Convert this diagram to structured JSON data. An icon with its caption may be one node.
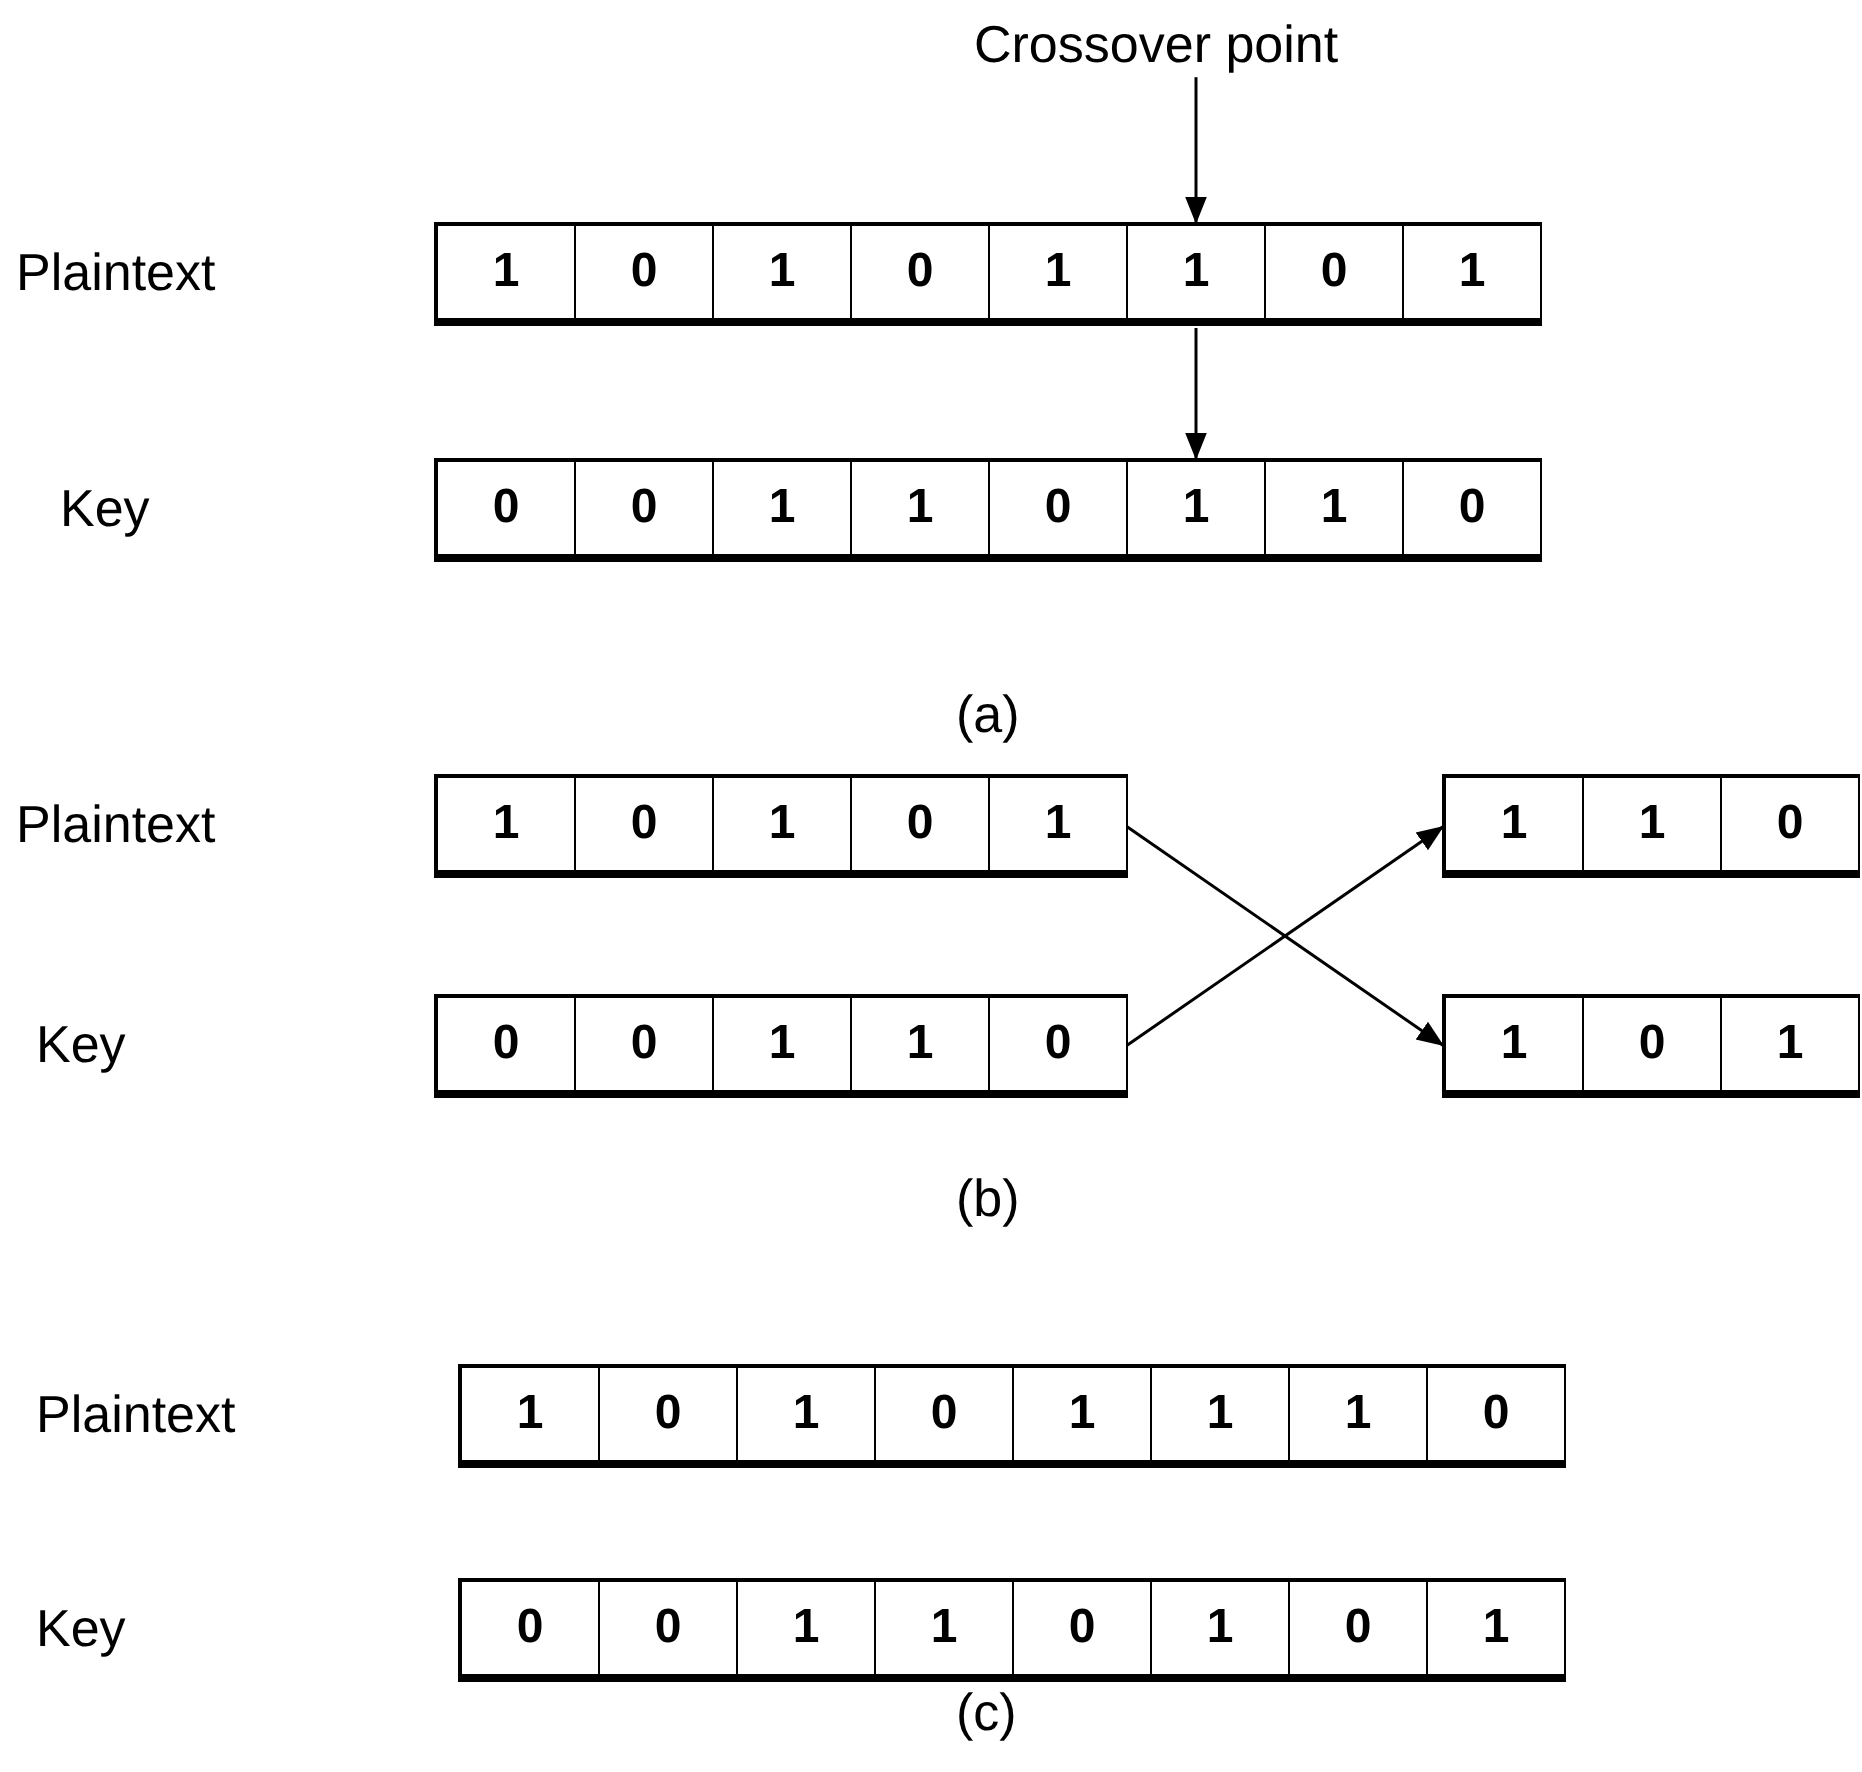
{
  "diagram": {
    "nodes": [
      {
        "text": [
          "Crossover point"
        ]
      },
      {
        "text": [],
        "shape": "box"
      },
      {
        "text": [
          "1"
        ],
        "in": 1
      },
      {
        "text": [
          "0"
        ],
        "in": 1
      },
      {
        "text": [
          "1"
        ],
        "in": 1
      },
      {
        "text": [
          "0"
        ],
        "in": 1
      },
      {
        "text": [
          "1"
        ],
        "in": 1
      },
      {
        "text": [
          "1"
        ],
        "in": 1
      },
      {
        "text": [
          "0"
        ],
        "in": 1
      },
      {
        "text": [
          "1"
        ],
        "in": 1
      },
      {
        "text": [],
        "shape": "box"
      },
      {
        "text": [
          "0"
        ],
        "in": 10
      },
      {
        "text": [
          "0"
        ],
        "in": 10
      },
      {
        "text": [
          "1"
        ],
        "in": 10
      },
      {
        "text": [
          "1"
        ],
        "in": 10
      },
      {
        "text": [
          "0"
        ],
        "in": 10
      },
      {
        "text": [
          "1"
        ],
        "in": 10
      },
      {
        "text": [
          "1"
        ],
        "in": 10
      },
      {
        "text": [
          "0"
        ],
        "in": 10
      },
      {
        "text": [],
        "shape": "box"
      },
      {
        "text": [
          "1"
        ],
        "in": 19
      },
      {
        "text": [
          "0"
        ],
        "in": 19
      },
      {
        "text": [
          "1"
        ],
        "in": 19
      },
      {
        "text": [
          "0"
        ],
        "in": 19
      },
      {
        "text": [
          "1"
        ],
        "in": 19
      },
      {
        "text": [],
        "shape": "box"
      },
      {
        "text": [
          "1"
        ],
        "in": 25
      },
      {
        "text": [
          "1"
        ],
        "in": 25
      },
      {
        "text": [
          "0"
        ],
        "in": 25
      },
      {
        "text": [],
        "shape": "box"
      },
      {
        "text": [
          "0"
        ],
        "in": 29
      },
      {
        "text": [
          "0"
        ],
        "in": 29
      },
      {
        "text": [
          "1"
        ],
        "in": 29
      },
      {
        "text": [
          "1"
        ],
        "in": 29
      },
      {
        "text": [
          "0"
        ],
        "in": 29
      },
      {
        "text": [],
        "shape": "box"
      },
      {
        "text": [
          "1"
        ],
        "in": 35
      },
      {
        "text": [
          "0"
        ],
        "in": 35
      },
      {
        "text": [
          "1"
        ],
        "in": 35
      },
      {
        "text": [],
        "shape": "box"
      },
      {
        "text": [
          "1"
        ],
        "in": 39
      },
      {
        "text": [
          "0"
        ],
        "in": 39
      },
      {
        "text": [
          "1"
        ],
        "in": 39
      },
      {
        "text": [
          "0"
        ],
        "in": 39
      },
      {
        "text": [
          "1"
        ],
        "in": 39
      },
      {
        "text": [
          "1"
        ],
        "in": 39
      },
      {
        "text": [
          "1"
        ],
        "in": 39
      },
      {
        "text": [
          "0"
        ],
        "in": 39
      },
      {
        "text": [],
        "shape": "box"
      },
      {
        "text": [
          "0"
        ],
        "in": 48
      },
      {
        "text": [
          "0"
        ],
        "in": 48
      },
      {
        "text": [
          "1"
        ],
        "in": 48
      },
      {
        "text": [
          "1"
        ],
        "in": 48
      },
      {
        "text": [
          "0"
        ],
        "in": 48
      },
      {
        "text": [
          "1"
        ],
        "in": 48
      },
      {
        "text": [
          "0"
        ],
        "in": 48
      },
      {
        "text": [
          "1"
        ],
        "in": 48
      }
    ],
    "edges": [
      {
        "from": 0,
        "to": 7,
        "arrow": "to"
      },
      {
        "from": 7,
        "to": 16,
        "arrow": "to"
      },
      {
        "from": 19,
        "to": 35,
        "arrow": "to"
      },
      {
        "from": 29,
        "to": 25,
        "arrow": "to"
      }
    ],
    "labels": [
      "Plaintext",
      "Key",
      "(a)",
      "Plaintext",
      "Key",
      "(b)",
      "Plaintext",
      "Key",
      "(c)"
    ]
  }
}
